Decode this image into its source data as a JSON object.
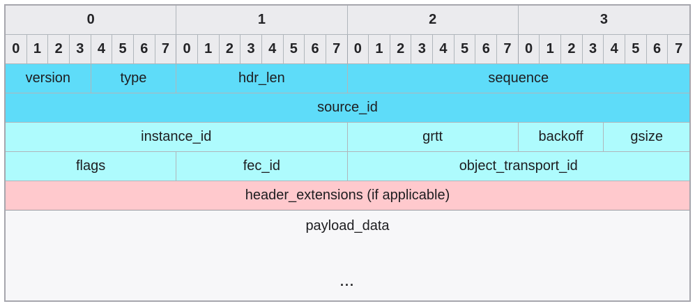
{
  "diagram": {
    "name": "packet-header-layout",
    "byte_labels": [
      "0",
      "1",
      "2",
      "3"
    ],
    "bit_labels": [
      "0",
      "1",
      "2",
      "3",
      "4",
      "5",
      "6",
      "7"
    ],
    "colors": {
      "outer_border": "#a6a6ad",
      "grid_line": "#b0b6bb",
      "grid_line_strong": "#9fa4ab",
      "row_divider_strong": "#9b9ba2",
      "header_bg": "#ebebee",
      "cyan_dark": "#5edcf9",
      "cyan_light": "#aefbfd",
      "pink": "#ffc9cd",
      "payload_bg": "#f7f7f9",
      "text": "#1d1d20",
      "text_strong": "#232326"
    },
    "field_rows": [
      {
        "cells": [
          {
            "label": "version",
            "bits": 4,
            "color": "cyan_dark"
          },
          {
            "label": "type",
            "bits": 4,
            "color": "cyan_dark"
          },
          {
            "label": "hdr_len",
            "bits": 8,
            "color": "cyan_dark"
          },
          {
            "label": "sequence",
            "bits": 16,
            "color": "cyan_dark"
          }
        ]
      },
      {
        "cells": [
          {
            "label": "source_id",
            "bits": 32,
            "color": "cyan_dark"
          }
        ]
      },
      {
        "cells": [
          {
            "label": "instance_id",
            "bits": 16,
            "color": "cyan_light"
          },
          {
            "label": "grtt",
            "bits": 8,
            "color": "cyan_light"
          },
          {
            "label": "backoff",
            "bits": 4,
            "color": "cyan_light"
          },
          {
            "label": "gsize",
            "bits": 4,
            "color": "cyan_light"
          }
        ]
      },
      {
        "cells": [
          {
            "label": "flags",
            "bits": 8,
            "color": "cyan_light"
          },
          {
            "label": "fec_id",
            "bits": 8,
            "color": "cyan_light"
          },
          {
            "label": "object_transport_id",
            "bits": 16,
            "color": "cyan_light"
          }
        ]
      },
      {
        "cells": [
          {
            "label": "header_extensions (if applicable)",
            "bits": 32,
            "color": "pink"
          }
        ]
      }
    ],
    "payload": {
      "label": "payload_data",
      "ellipsis": "..."
    }
  }
}
